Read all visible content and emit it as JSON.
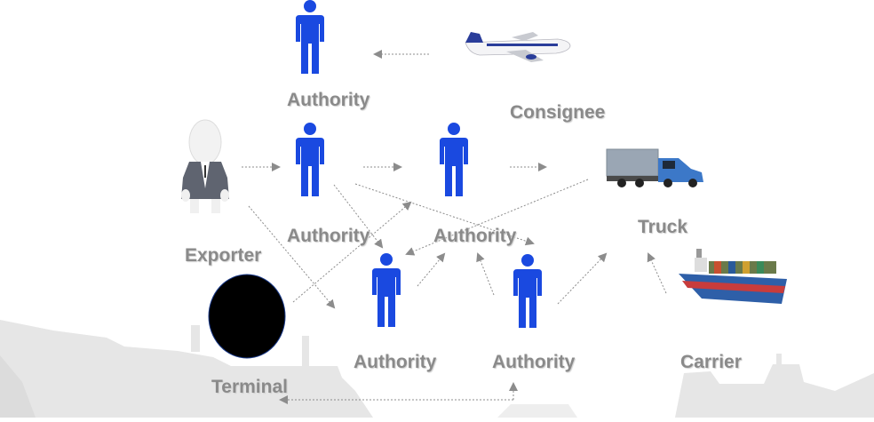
{
  "labels": {
    "authority_top": "Authority",
    "consignee": "Consignee",
    "authority_mid_left": "Authority",
    "authority_mid_right": "Authority",
    "exporter": "Exporter",
    "truck": "Truck",
    "authority_low_left": "Authority",
    "authority_low_right": "Authority",
    "carrier": "Carrier",
    "terminal": "Terminal"
  },
  "colors": {
    "person": "#1a49e0",
    "arrow": "#8c8c8c",
    "label": "#8a8a8a",
    "background_silhouette": "#e6e6e6",
    "terminal_blob": "#000000"
  },
  "icons": [
    "person-icon",
    "airplane-icon",
    "truck-icon",
    "ship-icon",
    "exporter-mannequin-icon"
  ]
}
